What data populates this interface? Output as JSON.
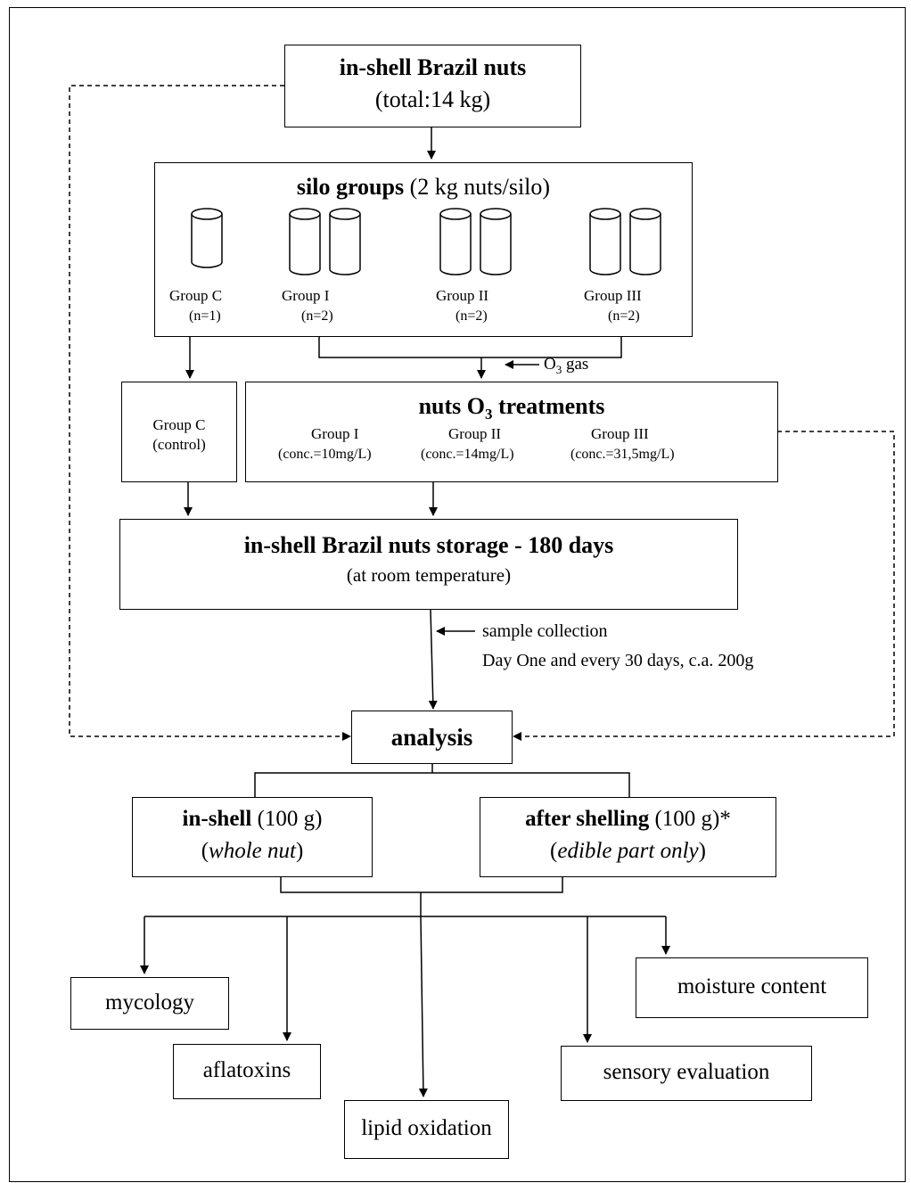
{
  "source": {
    "title": "in-shell Brazil nuts",
    "subtitle": "(total:14 kg)"
  },
  "silo": {
    "title": "silo groups",
    "title_rest": "(2 kg nuts/silo)",
    "groups": [
      {
        "label": "Group C",
        "n": "(n=1)",
        "silos": 1
      },
      {
        "label": "Group I",
        "n": "(n=2)",
        "silos": 2
      },
      {
        "label": "Group II",
        "n": "(n=2)",
        "silos": 2
      },
      {
        "label": "Group III",
        "n": "(n=2)",
        "silos": 2
      }
    ]
  },
  "gas_label": "O",
  "gas_sub": "3",
  "gas_rest": " gas",
  "control": {
    "line1": "Group C",
    "line2": "(control)"
  },
  "treatments": {
    "title_a": "nuts O",
    "title_sub": "3",
    "title_b": " treatments",
    "groups": [
      {
        "label": "Group I",
        "conc": "(conc.=10mg/L)"
      },
      {
        "label": "Group II",
        "conc": "(conc.=14mg/L)"
      },
      {
        "label": "Group III",
        "conc": "(conc.=31,5mg/L)"
      }
    ]
  },
  "storage": {
    "title": "in-shell Brazil nuts storage - 180 days",
    "subtitle": "(at room temperature)"
  },
  "sampling": {
    "line1": "sample collection",
    "line2": "Day One and every 30 days, c.a. 200g"
  },
  "analysis": "analysis",
  "inshell": {
    "bold": "in-shell",
    "rest": " (100 g)",
    "open": "(",
    "italic": "whole nut",
    "close": ")"
  },
  "after": {
    "bold": "after shelling",
    "rest": " (100 g)*",
    "open": "(",
    "italic": "edible part only",
    "close": ")"
  },
  "outputs": {
    "mycology": "mycology",
    "aflatoxins": "aflatoxins",
    "lipid": "lipid oxidation",
    "sensory": "sensory evaluation",
    "moisture": "moisture content"
  }
}
